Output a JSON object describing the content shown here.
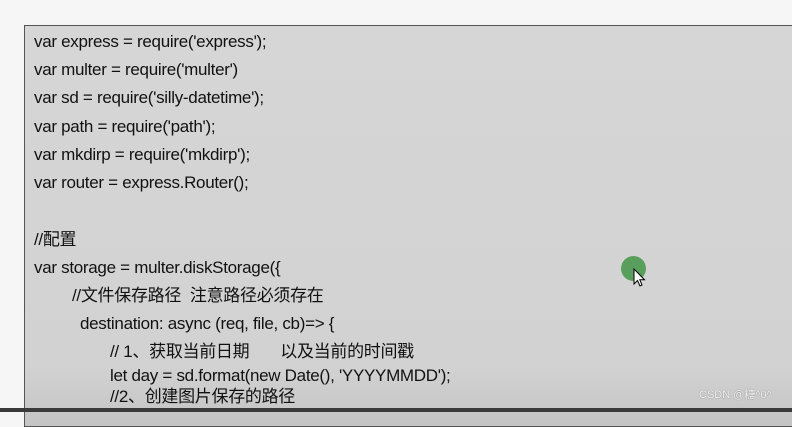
{
  "code_lines": [
    "var express = require('express');",
    "var multer = require('multer')",
    "var sd = require('silly-datetime');",
    "var path = require('path');",
    "var mkdirp = require('mkdirp');",
    "var router = express.Router();",
    "//配置",
    "var storage = multer.diskStorage({",
    "//文件保存路径  注意路径必须存在",
    "destination: async (req, file, cb)=> {",
    "// 1、获取当前日期       以及当前的时间戳",
    "let day = sd.format(new Date(), 'YYYYMMDD');",
    "//2、创建图片保存的路径"
  ],
  "watermark": "CSDN @糖^0^",
  "cursor_color": "#5a9e5e"
}
